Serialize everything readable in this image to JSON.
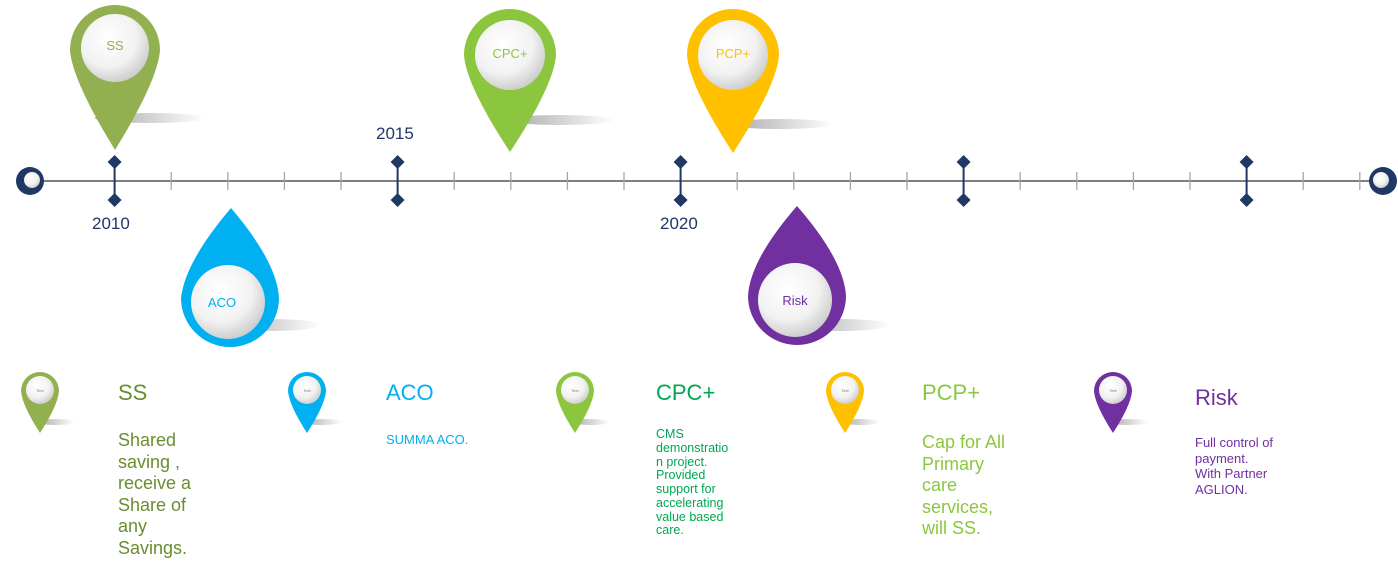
{
  "colors": {
    "axis": "#1f3864",
    "line": "#7f7f7f",
    "ss": "#92b050",
    "aco": "#00b0f0",
    "cpc": "#8cc63f",
    "pcp": "#ffc000",
    "risk": "#7030a0"
  },
  "years": {
    "y2010": "2010",
    "y2015": "2015",
    "y2020": "2020"
  },
  "pins": {
    "ss": "SS",
    "aco": "ACO",
    "cpc": "CPC+",
    "pcp": "PCP+",
    "risk": "Risk"
  },
  "legend": [
    {
      "title": "SS",
      "text": "Shared\nsaving ,\nreceive a\nShare of\nany\nSavings.",
      "mini": "Text"
    },
    {
      "title": "ACO",
      "text": "SUMMA ACO.",
      "mini": "Text"
    },
    {
      "title": "CPC+",
      "text": "CMS\ndemonstratio\nn project.\nProvided\nsupport for\naccelerating\nvalue based\ncare.",
      "mini": "Text"
    },
    {
      "title": "PCP+",
      "text": "Cap for All\nPrimary\ncare\nservices,\nwill SS.",
      "mini": "Text"
    },
    {
      "title": "Risk",
      "text": "Full control of\npayment.\nWith Partner\nAGLION.",
      "mini": "Text"
    }
  ]
}
